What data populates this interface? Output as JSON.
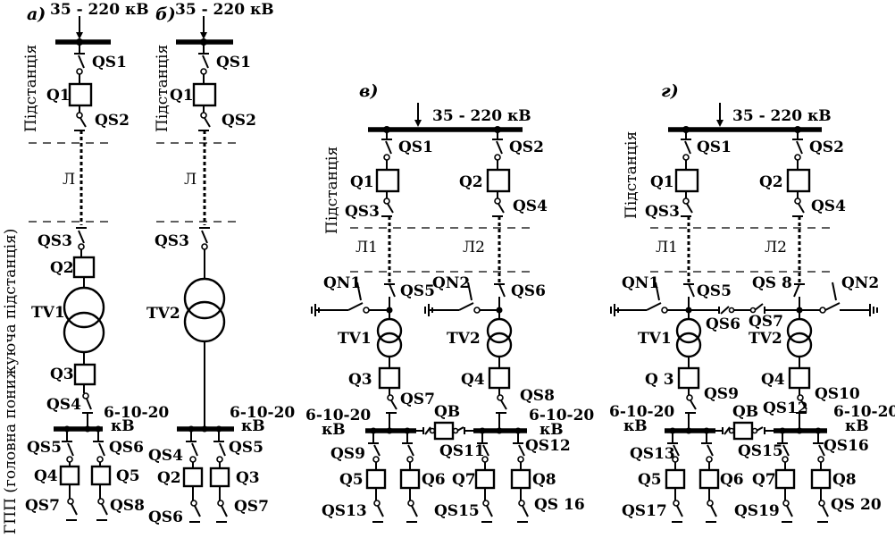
{
  "diagram": {
    "variant_labels": [
      "а)",
      "б)",
      "в)",
      "г)"
    ],
    "supply_voltage": "35 - 220 кВ",
    "secondary_voltage_line1": "6-10-20",
    "secondary_voltage_line2": "кВ",
    "substation_label": "Підстанція",
    "main_substation_label": "ГПП  (головна понижуюча підстанція)",
    "scheme_a": {
      "switches": [
        "QS1",
        "Q1",
        "QS2",
        "QS3",
        "Q2",
        "TV1",
        "Q3",
        "QS4",
        "QS5",
        "QS6",
        "Q4",
        "Q5",
        "QS7",
        "QS8"
      ],
      "line": "Л"
    },
    "scheme_b": {
      "switches": [
        "QS1",
        "Q1",
        "QS2",
        "QS3",
        "TV2",
        "QS4",
        "QS5",
        "Q2",
        "Q3",
        "QS6",
        "QS7"
      ],
      "line": "Л"
    },
    "scheme_v": {
      "switches": [
        "QS1",
        "QS2",
        "Q1",
        "Q2",
        "QS3",
        "QS4",
        "QN1",
        "QS5",
        "QN2",
        "QS6",
        "TV1",
        "TV2",
        "Q3",
        "Q4",
        "QS7",
        "QS8",
        "QB",
        "QS9",
        "QS11",
        "QS12",
        "Q5",
        "Q6",
        "Q7",
        "Q8",
        "QS13",
        "QS15",
        "QS 16"
      ],
      "lines": [
        "Л1",
        "Л2"
      ]
    },
    "scheme_g": {
      "switches": [
        "QS1",
        "QS2",
        "Q1",
        "Q2",
        "QS3",
        "QS4",
        "QN1",
        "QS5",
        "QS 8",
        "QN2",
        "QS6",
        "QS7",
        "TV1",
        "TV2",
        "Q 3",
        "Q4",
        "QS9",
        "QS10",
        "QB",
        "QS12",
        "QS13",
        "QS15",
        "QS16",
        "Q5",
        "Q6",
        "Q7",
        "Q8",
        "QS17",
        "QS19",
        "QS 20"
      ],
      "lines": [
        "Л1",
        "Л2"
      ]
    }
  }
}
